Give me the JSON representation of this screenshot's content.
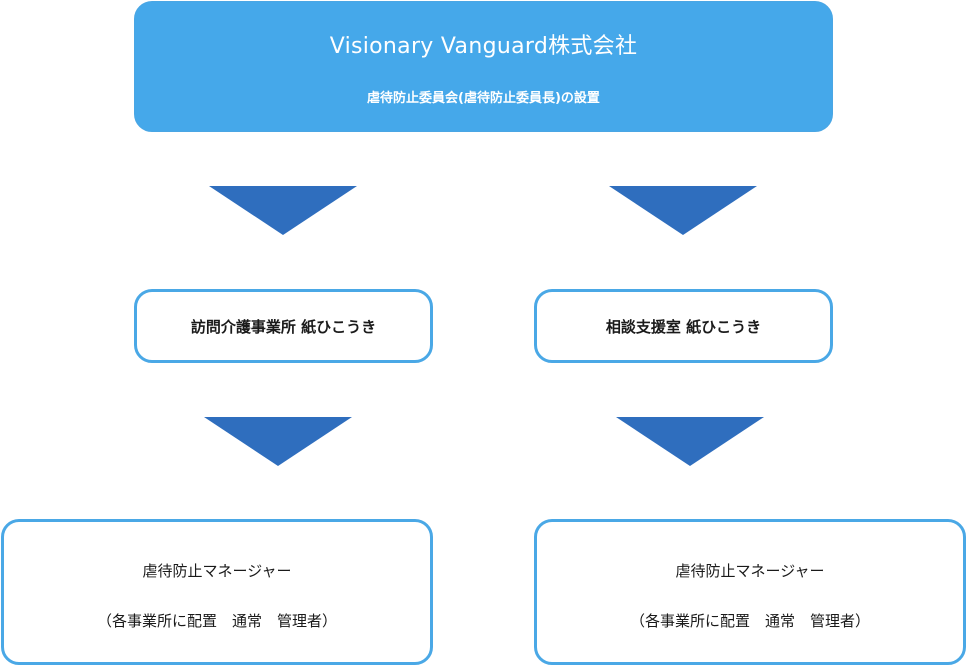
{
  "company": {
    "title": "Visionary Vanguard株式会社",
    "subtitle": "虐待防止委員会(虐待防止委員長)の設置"
  },
  "branches": [
    {
      "office": "訪問介護事業所 紙ひこうき",
      "role": "虐待防止マネージャー",
      "detail": "（各事業所に配置　通常　管理者）"
    },
    {
      "office": "相談支援室 紙ひこうき",
      "role": "虐待防止マネージャー",
      "detail": "（各事業所に配置　通常　管理者）"
    }
  ],
  "colors": {
    "top_box_fill": "#45a8ea",
    "box_border": "#4aa8e6",
    "arrow": "#2f6ebe"
  }
}
